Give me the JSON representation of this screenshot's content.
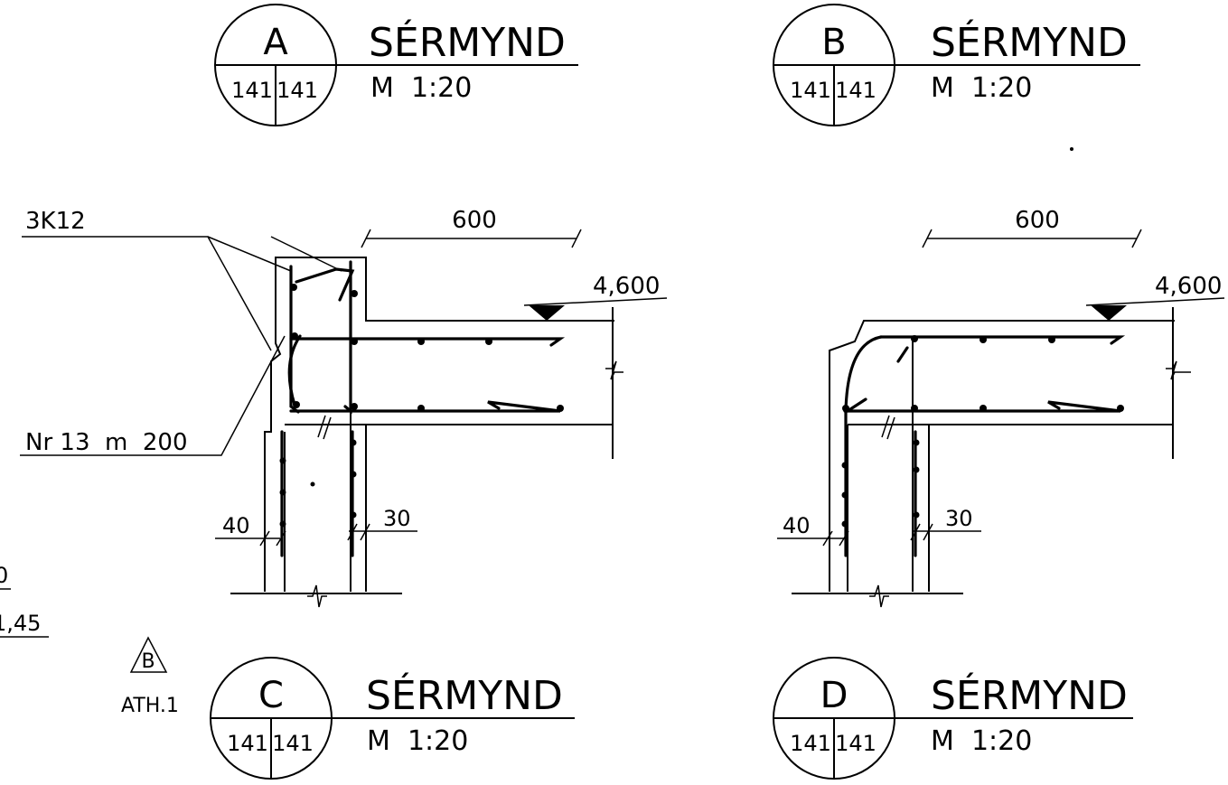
{
  "colors": {
    "ink": "#000000",
    "paper": "#ffffff"
  },
  "details": [
    {
      "id": "detail-a",
      "letter": "A",
      "sheet_left": "141",
      "sheet_right": "141",
      "title": "SÉRMYND",
      "scale": "M  1:20"
    },
    {
      "id": "detail-b",
      "letter": "B",
      "sheet_left": "141",
      "sheet_right": "141",
      "title": "SÉRMYND",
      "scale": "M  1:20"
    },
    {
      "id": "detail-c",
      "letter": "C",
      "sheet_left": "141",
      "sheet_right": "141",
      "title": "SÉRMYND",
      "scale": "M  1:20"
    },
    {
      "id": "detail-d",
      "letter": "D",
      "sheet_left": "141",
      "sheet_right": "141",
      "title": "SÉRMYND",
      "scale": "M  1:20"
    }
  ],
  "left_section": {
    "rebar_label_top": "3K12",
    "rebar_label_stirrup": "Nr 13  m  200",
    "dim_span": "600",
    "elevation": "4,600",
    "cover_outer": "40",
    "cover_inner": "30"
  },
  "right_section": {
    "dim_span": "600",
    "elevation": "4,600",
    "cover_outer": "40",
    "cover_inner": "30"
  },
  "margin_fragments": {
    "fragment_1": "0",
    "fragment_2": "1,45"
  },
  "revision": {
    "mark": "B",
    "note": "ATH.1"
  }
}
